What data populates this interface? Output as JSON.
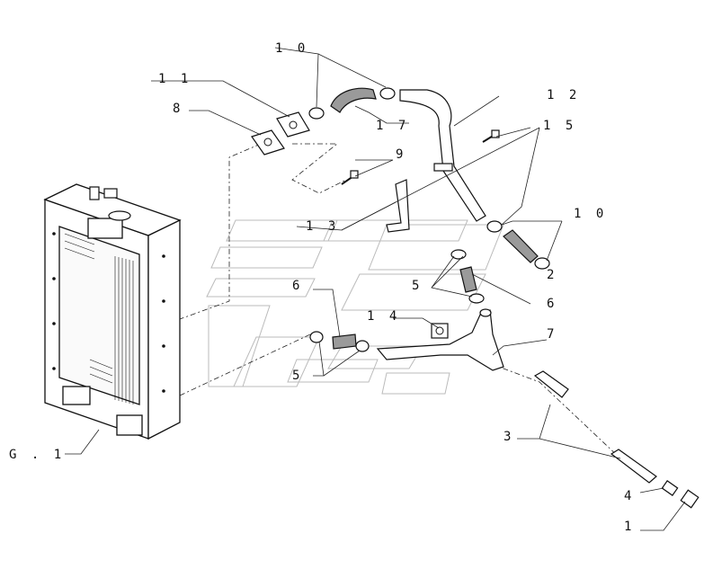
{
  "callouts": {
    "c1": "1",
    "c2": "2",
    "c3": "3",
    "c4": "4",
    "c5a": "5",
    "c5b": "5",
    "c6a": "6",
    "c6b": "6",
    "c7": "7",
    "c8": "8",
    "c9": "9",
    "c10a": "1 0",
    "c10b": "1 0",
    "c11": "1 1",
    "c12": "1 2",
    "c13": "1 3",
    "c14": "1 4",
    "c15": "1 5",
    "c17": "1 7",
    "g1": "G . 1"
  },
  "colors": {
    "line": "#111111",
    "hose_fill": "#9a9a9a",
    "background": "#ffffff",
    "watermark": "#bbbbbb"
  }
}
